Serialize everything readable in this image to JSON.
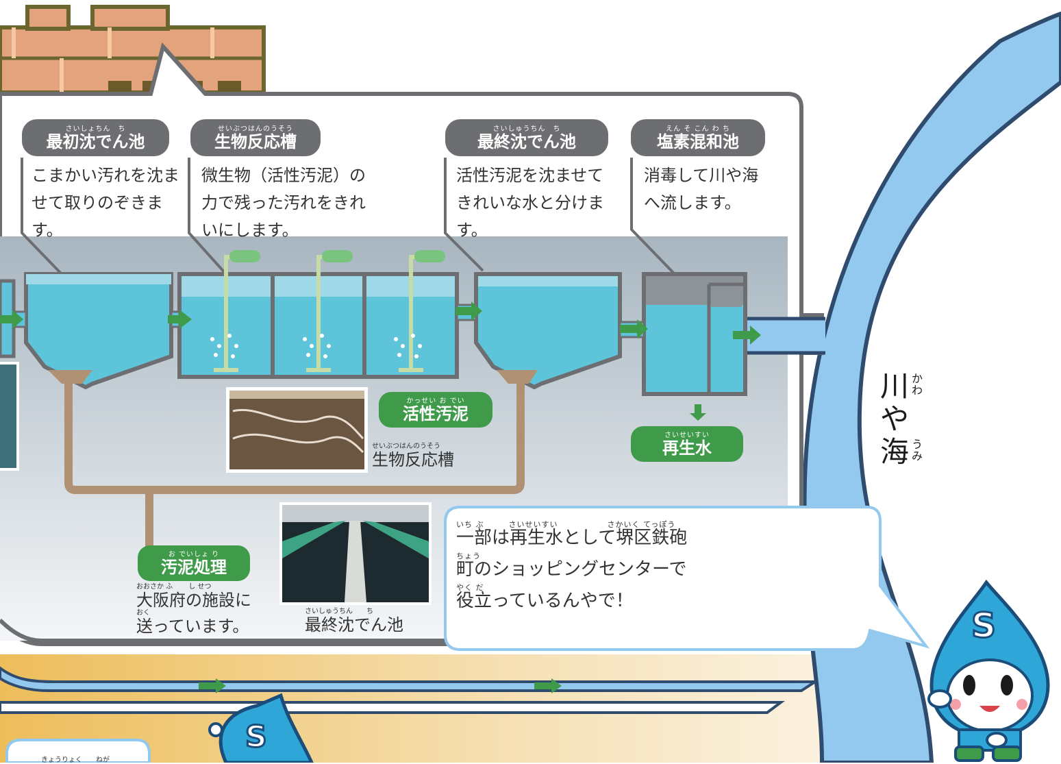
{
  "colors": {
    "panel_bg": "#b9c4cc",
    "water": "#5ec4d9",
    "tank_wall": "#7a7f85",
    "sludge_pipe": "#b09173",
    "arrow": "#3f9a4a",
    "river": "#93c9ee",
    "river_outline": "#2f4b6e",
    "label_pill": "#6d6e71",
    "green_pill": "#3f9a4a",
    "brick": "#e3a37c"
  },
  "stages": [
    {
      "ruby": "さいしょちん　ち",
      "title": "最初沈でん池",
      "desc_lines": [
        "こまかい汚れを沈ま",
        "せて取りのぞきま",
        "す。"
      ]
    },
    {
      "ruby": "せいぶつはんのうそう",
      "title": "生物反応槽",
      "desc_lines": [
        "微生物（活性汚泥）の",
        "力で残った汚れをきれ",
        "いにします。"
      ]
    },
    {
      "ruby": "さいしゅうちん　ち",
      "title": "最終沈でん池",
      "desc_lines": [
        "活性汚泥を沈ませて",
        "きれいな水と分けま",
        "す。"
      ]
    },
    {
      "ruby": "えん そ こん わ ち",
      "title": "塩素混和池",
      "desc_lines": [
        "消毒して川や海",
        "へ流します。"
      ]
    }
  ],
  "labels": {
    "activated_sludge": {
      "ruby": "かっせい お でい",
      "title": "活性汚泥"
    },
    "reclaimed_water": {
      "ruby": "さいせいすい",
      "title": "再生水"
    },
    "sludge_treatment": {
      "ruby": "お でいしょ り",
      "title": "汚泥処理"
    }
  },
  "captions": {
    "bio_tank_photo": {
      "ruby": "せいぶつはんのうそう",
      "text": "生物反応槽"
    },
    "final_tank_photo": {
      "ruby": "さいしゅうちん　　ち",
      "text": "最終沈でん池"
    },
    "sludge_desc": {
      "ruby1": "おおさか ふ 　　し せつ",
      "line1": "大阪府の施設に",
      "ruby2": "おく",
      "line2": "送っています。"
    }
  },
  "river": {
    "chars": [
      "川",
      "や",
      "海"
    ],
    "ruby": [
      "かわ",
      "",
      "うみ"
    ]
  },
  "speech": {
    "rubies": [
      "いち ぶ　　　さいせいすい　　　　　　さかいく てっぽう",
      "ちょう",
      "やく だ"
    ],
    "lines": [
      "一部は再生水として堺区鉄砲",
      "町のショッピングセンターで",
      "役立っているんやで！"
    ]
  },
  "bottom_bubble_ruby": "きょうりょく　　ねが"
}
